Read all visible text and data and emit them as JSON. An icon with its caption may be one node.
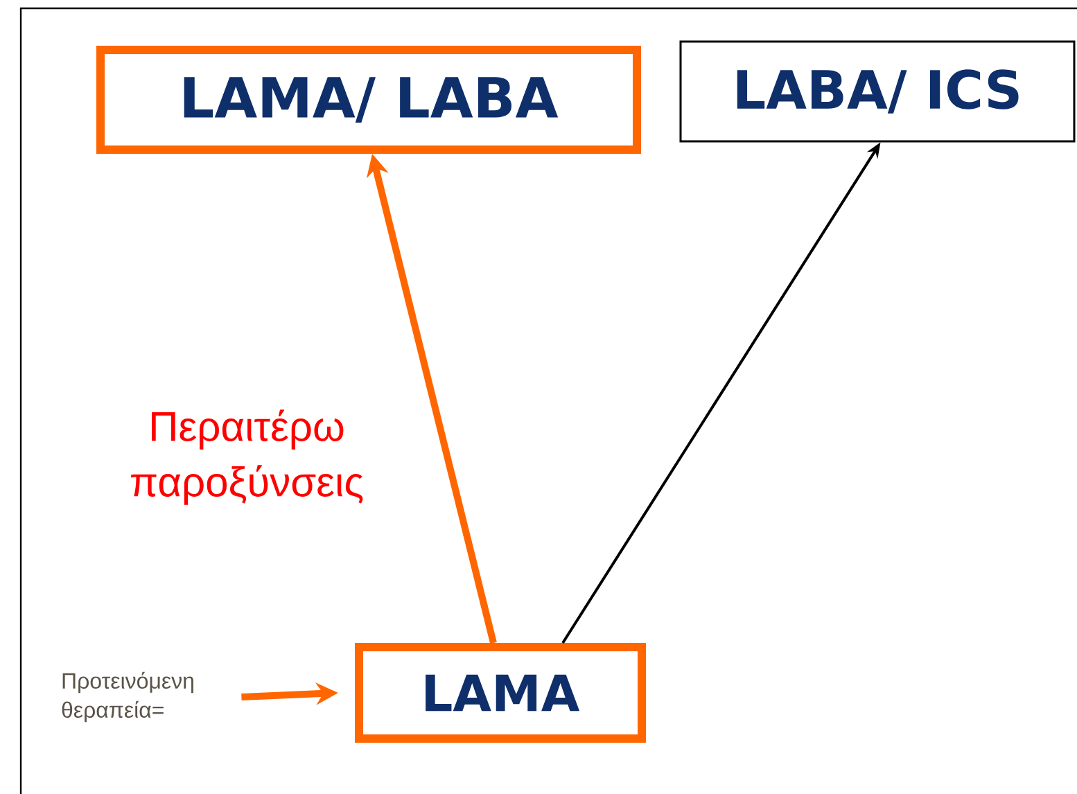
{
  "diagram": {
    "nodes": [
      {
        "text": [
          "LAMA/ LABA"
        ]
      },
      {
        "text": [
          "LABA/ ICS"
        ]
      },
      {
        "text": [
          "LAMA"
        ]
      },
      {
        "text": [
          "Προτεινόμενη θεραπεία="
        ]
      }
    ],
    "edges": [
      {
        "from": 2,
        "to": 0,
        "arrow": "to",
        "label": "Περαιτέρω παροξύνσεις"
      },
      {
        "from": 2,
        "to": 1,
        "arrow": "to",
        "color": "#000000"
      },
      {
        "from": 3,
        "to": 2,
        "arrow": "to"
      }
    ]
  }
}
